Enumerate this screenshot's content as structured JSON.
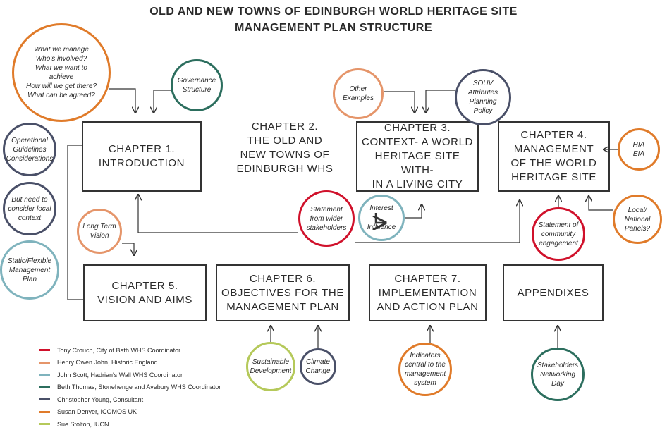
{
  "title": {
    "line1": "OLD AND NEW TOWNS OF EDINBURGH WORLD HERITAGE SITE",
    "line2": "MANAGEMENT PLAN STRUCTURE"
  },
  "chapters": {
    "ch1": "CHAPTER 1.\nINTRODUCTION",
    "ch2": "CHAPTER 2.\nTHE OLD AND\nNEW TOWNS OF\nEDINBURGH WHS",
    "ch3": "CHAPTER 3.\nCONTEXT- A WORLD\nHERITAGE SITE WITH-\nIN A LIVING CITY",
    "ch4": "CHAPTER 4.\nMANAGEMENT\nOF THE WORLD\nHERITAGE SITE",
    "ch5": "CHAPTER 5.\nVISION AND AIMS",
    "ch6": "CHAPTER 6.\nOBJECTIVES FOR THE\nMANAGEMENT PLAN",
    "ch7": "CHAPTER 7.\nIMPLEMENTATION\nAND ACTION PLAN",
    "appendixes": "APPENDIXES"
  },
  "colors": {
    "red": "#d0112b",
    "light_orange": "#e5956a",
    "light_teal": "#7fb3bd",
    "dark_green": "#2c6e5e",
    "slate": "#4a5068",
    "orange": "#e07b2a",
    "lime": "#b5c95a"
  },
  "circles": {
    "what_we_manage": "What we manage\nWho's involved?\nWhat we want to\nachieve\nHow will we get there?\nWhat can be agreed?",
    "governance": "Governance\nStructure",
    "operational": "Operational\nGuidelines\nConsiderations",
    "local_context": "But need to\nconsider local\ncontext",
    "static_flexible": "Static/Flexible\nManagement\nPlan",
    "long_term": "Long Term\nVision",
    "other_examples": "Other\nExamples",
    "souv": "SOUV\nAttributes\nPlanning\nPolicy",
    "hia": "HIA\nEIA",
    "panels": "Local/\nNational\nPanels?",
    "wider_stakeholders": "Statement\nfrom wider\nstakeholders",
    "interest": "Interest",
    "influence": "Influence",
    "community": "Statement of\ncommunity\nengagement",
    "sustainable": "Sustainable\nDevelopment",
    "climate": "Climate\nChange",
    "indicators": "Indicators\ncentral to the\nmanagement\nsystem",
    "networking": "Stakeholders\nNetworking\nDay"
  },
  "legend": [
    {
      "name": "Tony Crouch, City of Bath WHS Coordinator",
      "color": "#d0112b"
    },
    {
      "name": "Henry Owen John, Historic England",
      "color": "#e5956a"
    },
    {
      "name": "John Scott, Hadrian's Wall WHS Coordinator",
      "color": "#7fb3bd"
    },
    {
      "name": "Beth Thomas, Stonehenge and Avebury WHS Coordinator",
      "color": "#2c6e5e"
    },
    {
      "name": "Christopher Young, Consultant",
      "color": "#4a5068"
    },
    {
      "name": "Susan Denyer, ICOMOS UK",
      "color": "#e07b2a"
    },
    {
      "name": "Sue Stolton, IUCN",
      "color": "#b5c95a"
    }
  ]
}
